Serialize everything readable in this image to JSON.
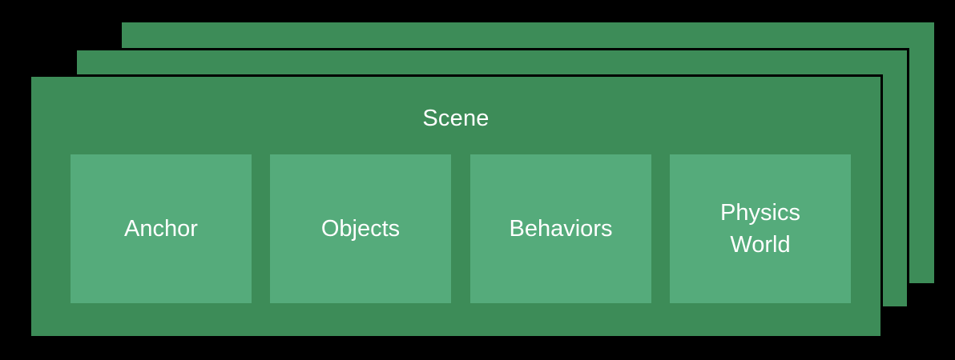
{
  "colors": {
    "background": "#000000",
    "scene_green": "#3d8c58",
    "component_green": "#55ab7b",
    "text": "#ffffff"
  },
  "scene": {
    "title": "Scene",
    "components": [
      {
        "label": "Anchor"
      },
      {
        "label": "Objects"
      },
      {
        "label": "Behaviors"
      },
      {
        "label": "Physics\nWorld"
      }
    ]
  }
}
